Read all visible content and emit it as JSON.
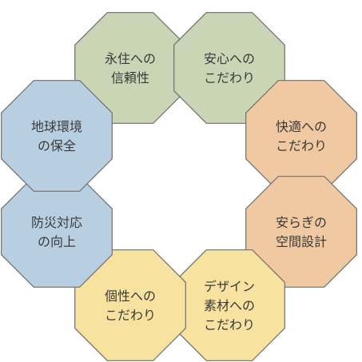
{
  "nodes": [
    {
      "id": "permanence",
      "lines": [
        "永住への",
        "信頼性"
      ],
      "color": "#c9d5b5"
    },
    {
      "id": "safety",
      "lines": [
        "安心への",
        "こだわり"
      ],
      "color": "#c9d5b5"
    },
    {
      "id": "comfort",
      "lines": [
        "快適への",
        "こだわり"
      ],
      "color": "#f0c9a2"
    },
    {
      "id": "space",
      "lines": [
        "安らぎの",
        "空間設計"
      ],
      "color": "#f0c9a2"
    },
    {
      "id": "design",
      "lines": [
        "デザイン",
        "素材への",
        "こだわり"
      ],
      "color": "#f7e2a0"
    },
    {
      "id": "individuality",
      "lines": [
        "個性への",
        "こだわり"
      ],
      "color": "#f7e2a0"
    },
    {
      "id": "disaster",
      "lines": [
        "防災対応",
        "の向上"
      ],
      "color": "#b8cfe2"
    },
    {
      "id": "environment",
      "lines": [
        "地球環境",
        "の保全"
      ],
      "color": "#b8cfe2"
    }
  ]
}
